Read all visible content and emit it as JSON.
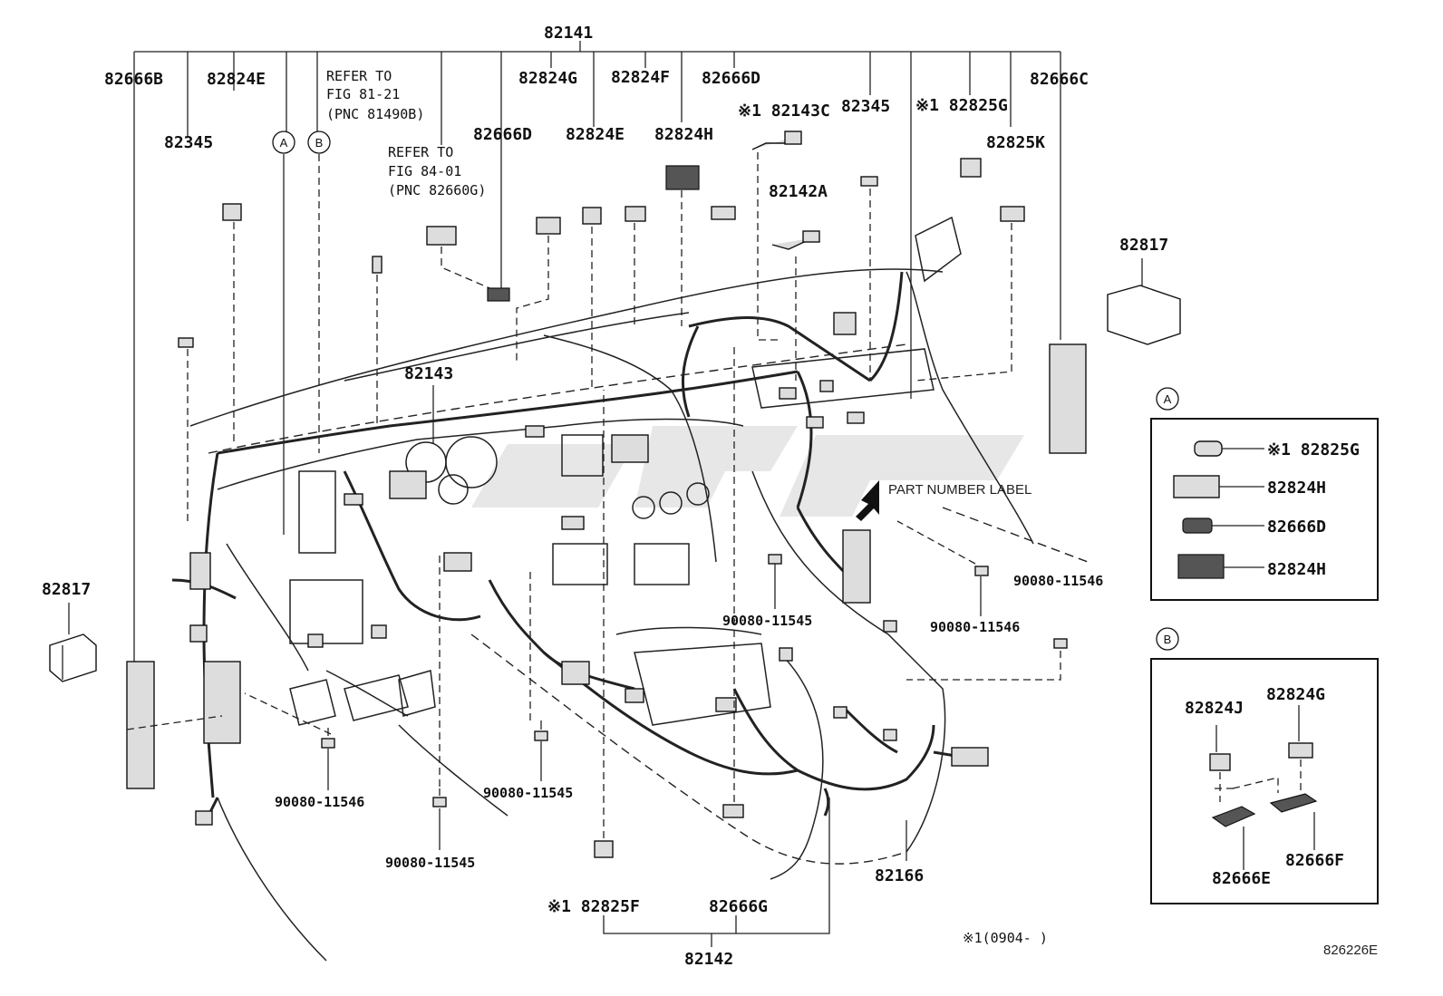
{
  "labels": {
    "top_assembly": "82141",
    "l_82666B": "82666B",
    "l_82824E_a": "82824E",
    "l_82345_a": "82345",
    "refer_1_line1": "REFER TO",
    "refer_1_line2": "FIG 81-21",
    "refer_1_line3": "(PNC 81490B)",
    "refer_2_line1": "REFER TO",
    "refer_2_line2": "FIG 84-01",
    "refer_2_line3": "(PNC 82660G)",
    "l_82666D_a": "82666D",
    "l_82824G_a": "82824G",
    "l_82824E_b": "82824E",
    "l_82824F": "82824F",
    "l_82824H_a": "82824H",
    "l_82666D_b": "82666D",
    "l_82143C": "※1 82143C",
    "l_82142A": "82142A",
    "l_82345_b": "82345",
    "l_82825G_a": "※1 82825G",
    "l_82825K": "82825K",
    "l_82666C": "82666C",
    "l_82817_r": "82817",
    "l_82817_l": "82817",
    "l_82143": "82143",
    "part_number_label": "PART NUMBER LABEL",
    "bolt_1": "90080-11546",
    "bolt_2": "90080-11546",
    "bolt_3": "90080-11545",
    "bolt_4": "90080-11546",
    "bolt_5": "90080-11545",
    "bolt_6": "90080-11545",
    "l_82825F": "※1 82825F",
    "l_82666G": "82666G",
    "l_82166": "82166",
    "l_82142": "82142",
    "footnote": "※1(0904-    )",
    "diagram_code": "826226E"
  },
  "callouts": {
    "a": "A",
    "b": "B"
  },
  "inset_a": {
    "items": [
      "※1 82825G",
      "82824H",
      "82666D",
      "82824H"
    ]
  },
  "inset_b": {
    "items": [
      "82824J",
      "82824G",
      "82666E",
      "82666F"
    ]
  }
}
